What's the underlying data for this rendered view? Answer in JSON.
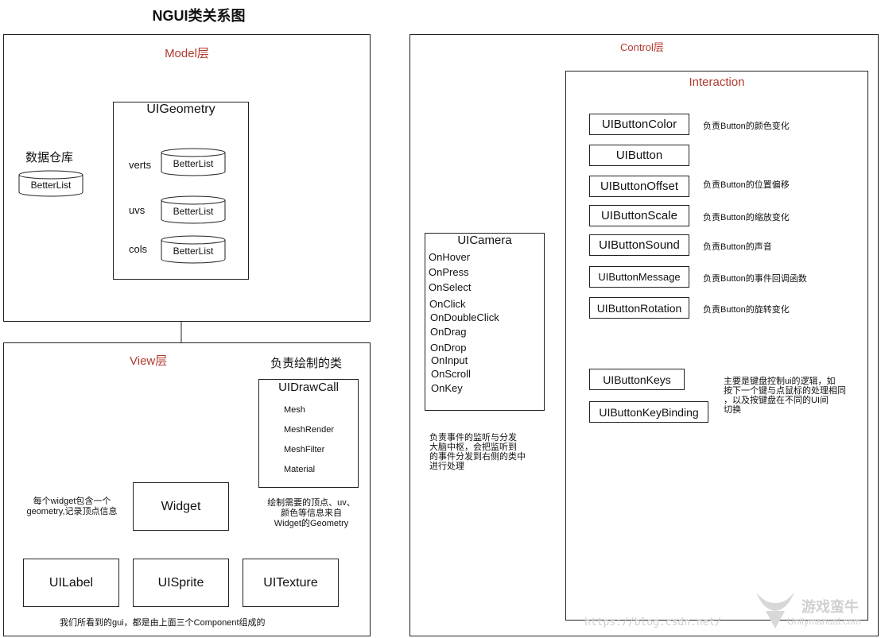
{
  "title": "NGUI类关系图",
  "model": {
    "label": "Model层",
    "storage_label": "数据仓库",
    "storage_list": "BetterList",
    "geometry": {
      "title": "UIGeometry",
      "fields": [
        {
          "name": "verts",
          "type": "BetterList"
        },
        {
          "name": "uvs",
          "type": "BetterList"
        },
        {
          "name": "cols",
          "type": "BetterList"
        }
      ]
    }
  },
  "view": {
    "label": "View层",
    "drawcall_heading": "负责绘制的类",
    "drawcall": {
      "title": "UIDrawCall",
      "members": [
        "Mesh",
        "MeshRender",
        "MeshFilter",
        "Material"
      ]
    },
    "widget": "Widget",
    "widget_note": [
      "每个widget包含一个",
      "geometry,记录顶点信息"
    ],
    "drawcall_note": [
      "绘制需要的顶点、uv、",
      "颜色等信息来自",
      "Widget的Geometry"
    ],
    "children": [
      "UILabel",
      "UISprite",
      "UITexture"
    ],
    "bottom_note": "我们所看到的gui，都是由上面三个Component组成的"
  },
  "control": {
    "label": "Control层",
    "camera": {
      "title": "UICamera",
      "events": [
        "OnHover",
        "OnPress",
        "OnSelect",
        "OnClick",
        "OnDoubleClick",
        "OnDrag",
        "OnDrop",
        "OnInput",
        "OnScroll",
        "OnKey"
      ]
    },
    "camera_note": [
      "负责事件的监听与分发",
      "大脑中枢，会把监听到",
      "的事件分发到右侧的类中",
      "进行处理"
    ],
    "interaction": {
      "title": "Interaction",
      "buttons": [
        {
          "name": "UIButtonColor",
          "desc": "负责Button的颜色变化"
        },
        {
          "name": "UIButton",
          "desc": ""
        },
        {
          "name": "UIButtonOffset",
          "desc": "负责Button的位置偏移"
        },
        {
          "name": "UIButtonScale",
          "desc": "负责Button的缩放变化"
        },
        {
          "name": "UIButtonSound",
          "desc": "负责Button的声音"
        },
        {
          "name": "UIButtonMessage",
          "desc": "负责Button的事件回调函数"
        },
        {
          "name": "UIButtonRotation",
          "desc": "负责Button的旋转变化"
        }
      ],
      "key_buttons": [
        "UIButtonKeys",
        "UIButtonKeyBinding"
      ],
      "key_note": [
        "主要是键盘控制ui的逻辑，如",
        "按下一个键与点鼠标的处理相同",
        "，以及按键盘在不同的UI间",
        "切换"
      ]
    }
  },
  "watermark": {
    "url": "https://blog.csdn.net/",
    "brand": "游戏蛮牛",
    "site": "Unitymanual.com"
  },
  "colors": {
    "layer_label": "#b03a2e",
    "line": "#222222"
  }
}
